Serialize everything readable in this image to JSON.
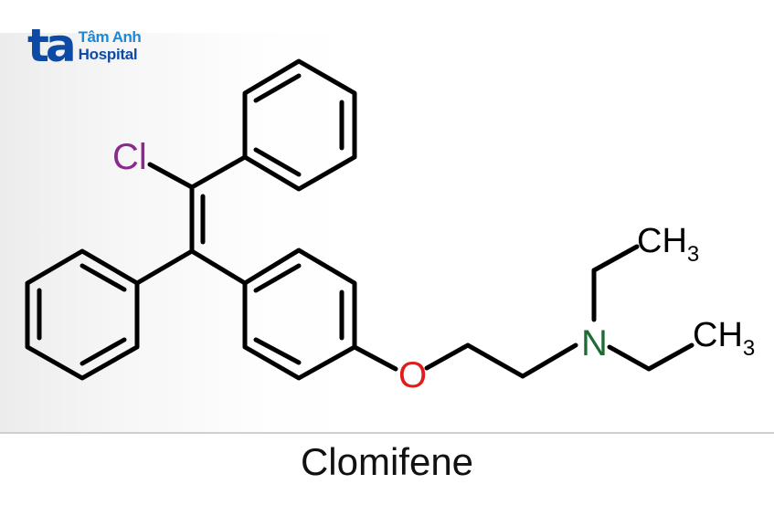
{
  "logo": {
    "mark": "ta",
    "line1": "Tâm Anh",
    "line2": "Hospital",
    "colors": {
      "mark": "#0d4aa6",
      "line1": "#1a8ad8",
      "line2": "#0d4aa6"
    }
  },
  "molecule": {
    "name": "Clomifene",
    "atoms": {
      "cl": {
        "label": "Cl",
        "color": "#8a2a8a"
      },
      "o": {
        "label": "O",
        "color": "#e31b1b"
      },
      "n": {
        "label": "N",
        "color": "#1f6b35"
      },
      "ch3_top": {
        "label": "CH",
        "sub": "3"
      },
      "ch3_bottom": {
        "label": "CH",
        "sub": "3"
      }
    },
    "bond_color": "#000000"
  },
  "caption": "Clomifene"
}
